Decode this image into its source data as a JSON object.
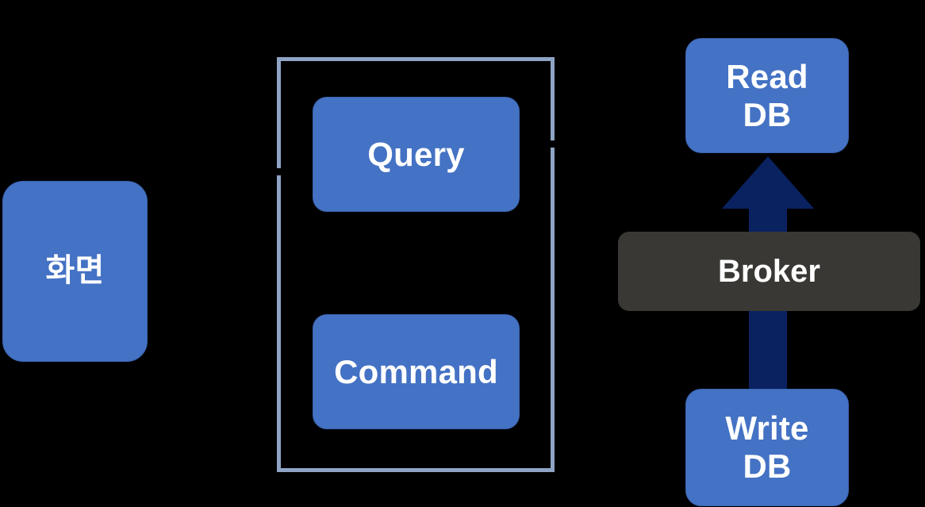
{
  "diagram": {
    "title": "CQRS architecture diagram",
    "background_color": "#000000",
    "palette": {
      "node_blue": "#4472C4",
      "node_border": "#3C64B1",
      "container_border": "#8FA4C4",
      "broker_gray": "#3A3834",
      "arrow_navy": "#0A2260",
      "text_white": "#FFFFFF"
    },
    "nodes": {
      "screen": {
        "label": "화면"
      },
      "query": {
        "label": "Query"
      },
      "command": {
        "label": "Command"
      },
      "read_db": {
        "line1": "Read",
        "line2": "DB"
      },
      "write_db": {
        "line1": "Write",
        "line2": "DB"
      },
      "broker": {
        "label": "Broker"
      }
    },
    "connectors": {
      "write_to_read": {
        "name": "up-block-arrow",
        "from": "Write DB",
        "to": "Read DB",
        "direction": "up",
        "color": "#0A2260"
      }
    }
  }
}
